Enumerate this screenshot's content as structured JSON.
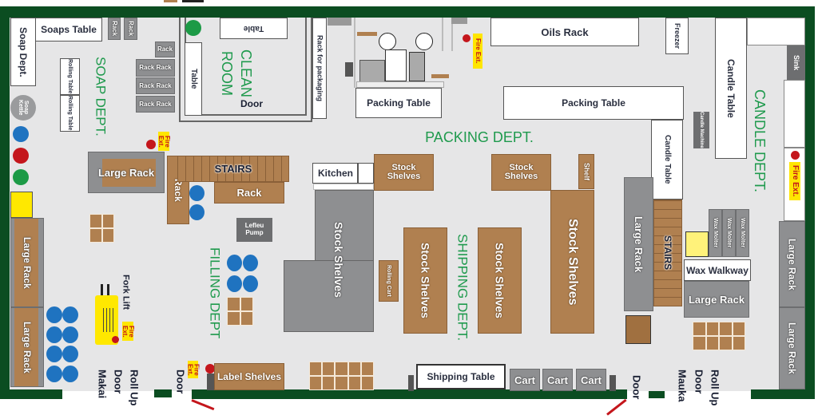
{
  "title": "Warehouse Floor Plan",
  "departments": {
    "soap": "SOAP DEPT.",
    "clean_room_1": "CLEAN",
    "clean_room_2": "ROOM",
    "packing": "PACKING DEPT.",
    "candle": "CANDLE DEPT.",
    "filling": "FILLING DEPT",
    "shipping": "SHIPPING DEPT."
  },
  "labels": {
    "soap_dept": "Soap Dept.",
    "soaps_table": "Soaps Table",
    "rack": "Rack",
    "rack_rack": "Rack Rack",
    "rolling_table": "Rolling Table",
    "soap_kettle": "Soap Kettle",
    "table": "Table",
    "door": "Door",
    "rack_for_packaging": "Rack for packaging",
    "fire_ext": "Fire Ext.",
    "oils_rack": "Oils Rack",
    "freezer": "Freezer",
    "candle_table": "Candle Table",
    "sink": "Sink",
    "packing_table": "Packing Table",
    "candle_machine": "Candle Machine",
    "large_rack": "Large Rack",
    "stairs": "STAIRS",
    "kitchen": "Kitchen",
    "stock_shelves": "Stock Shelves",
    "shelf": "Shelf",
    "lefleu_pump": "Lefleu Pump",
    "rolling_cart": "Rolling Cart",
    "wax_molter": "Wax Molter",
    "wax_walkway": "Wax Walkway",
    "fork_lift": "Fork Lift",
    "label_shelves": "Label Shelves",
    "shipping_table": "Shipping Table",
    "cart": "Cart",
    "roll_up": "Roll Up",
    "makai": "Makai",
    "mauka": "Mauka"
  },
  "colors": {
    "wall": "#0b4d21",
    "floor": "#e6e6e7",
    "shelf": "#b08050",
    "rack": "#8e8f91",
    "dept_text": "#1f9a4d",
    "fire": "#c4161c"
  }
}
